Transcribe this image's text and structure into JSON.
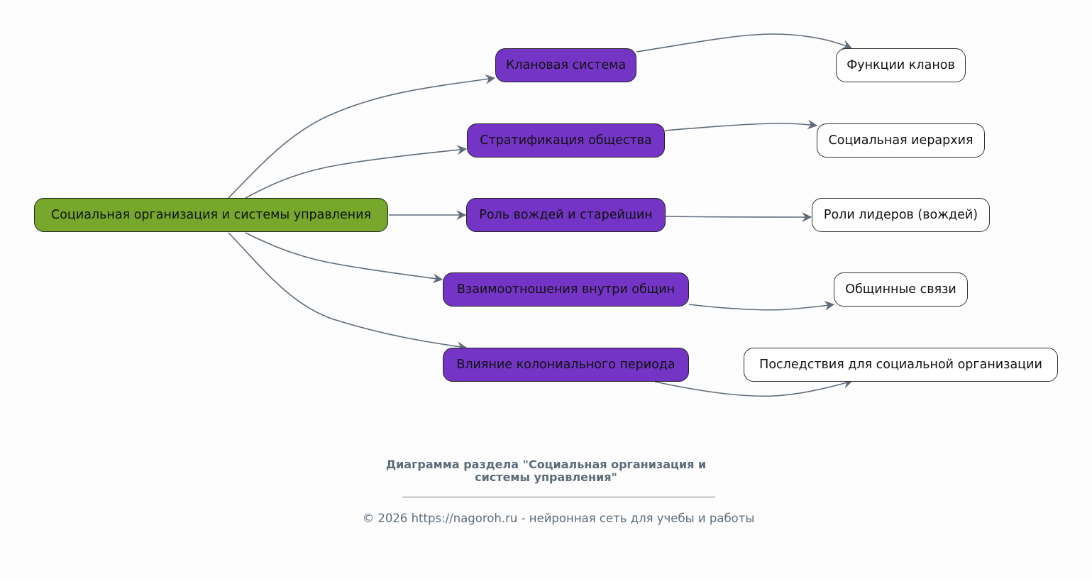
{
  "diagram": {
    "root": {
      "id": "root",
      "label": "Социальная организация и системы управления"
    },
    "branches": [
      {
        "id": "b1",
        "label": "Клановая система",
        "child": {
          "id": "l1",
          "label": "Функции кланов"
        }
      },
      {
        "id": "b2",
        "label": "Стратификация общества",
        "child": {
          "id": "l2",
          "label": "Социальная иерархия"
        }
      },
      {
        "id": "b3",
        "label": "Роль вождей и старейшин",
        "child": {
          "id": "l3",
          "label": "Роли лидеров (вождей)"
        }
      },
      {
        "id": "b4",
        "label": "Взаимоотношения внутри общин",
        "child": {
          "id": "l4",
          "label": "Общинные связи"
        }
      },
      {
        "id": "b5",
        "label": "Влияние колониального периода",
        "child": {
          "id": "l5",
          "label": "Последствия для социальной организации"
        }
      }
    ],
    "edges": [
      [
        "root",
        "b1"
      ],
      [
        "root",
        "b2"
      ],
      [
        "root",
        "b3"
      ],
      [
        "root",
        "b4"
      ],
      [
        "root",
        "b5"
      ],
      [
        "b1",
        "l1"
      ],
      [
        "b2",
        "l2"
      ],
      [
        "b3",
        "l3"
      ],
      [
        "b4",
        "l4"
      ],
      [
        "b5",
        "l5"
      ]
    ],
    "colors": {
      "root": "#77a82c",
      "branch": "#7435c6",
      "leaf": "#ffffff",
      "edge": "#5f6b7a"
    }
  },
  "caption": {
    "line1": "Диаграмма раздела \"Социальная организация и",
    "line2": "системы управления\""
  },
  "footer": {
    "text": "© 2026 https://nagoroh.ru - нейронная сеть для учебы и работы"
  }
}
